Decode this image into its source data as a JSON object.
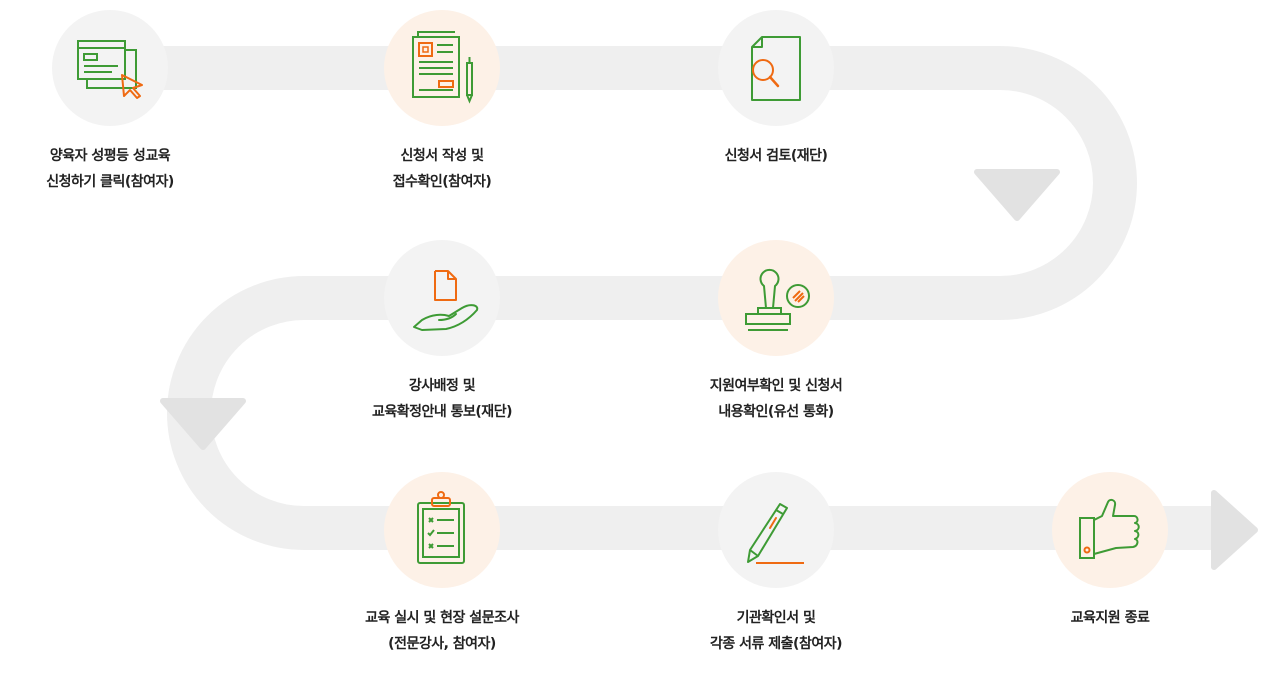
{
  "colors": {
    "track": "#efefef",
    "arrow": "#e2e2e2",
    "green": "#3e9b35",
    "orange": "#ef6a12",
    "circle_gray": "#f3f3f3",
    "circle_peach": "#fdf1e7"
  },
  "steps": [
    {
      "icon": "browser-cursor-icon",
      "lines": [
        "양육자 성평등 성교육",
        "신청하기 클릭(참여자)"
      ]
    },
    {
      "icon": "application-form-icon",
      "lines": [
        "신청서 작성 및",
        "접수확인(참여자)"
      ]
    },
    {
      "icon": "document-search-icon",
      "lines": [
        "신청서 검토(재단)"
      ]
    },
    {
      "icon": "stamp-icon",
      "lines": [
        "지원여부확인 및 신청서",
        "내용확인(유선 통화)"
      ]
    },
    {
      "icon": "hand-document-icon",
      "lines": [
        "강사배정 및",
        "교육확정안내 통보(재단)"
      ]
    },
    {
      "icon": "clipboard-checklist-icon",
      "lines": [
        "교육 실시 및 현장 설문조사",
        "(전문강사, 참여자)"
      ]
    },
    {
      "icon": "pencil-icon",
      "lines": [
        "기관확인서 및",
        "각종 서류 제출(참여자)"
      ]
    },
    {
      "icon": "thumbs-up-icon",
      "lines": [
        "교육지원 종료"
      ]
    }
  ]
}
